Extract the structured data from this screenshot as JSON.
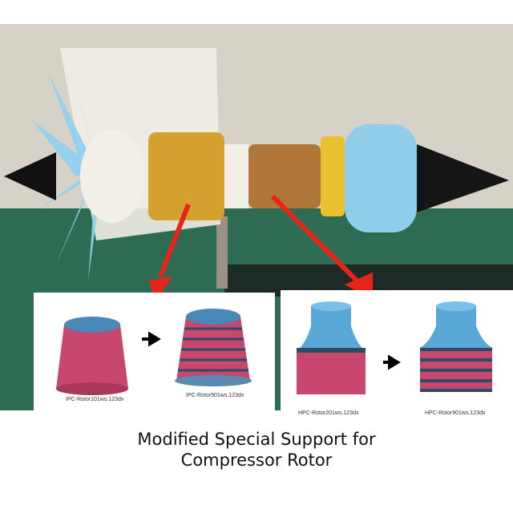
{
  "insets": {
    "ipc": {
      "before_label": "IPC-Rotor101ws.123dx",
      "after_label": "IPC-Rotor901ws.123dx"
    },
    "hpc": {
      "before_label": "HPC-Rotor201ws.123dx",
      "after_label": "HPC-Rotor901ws.123dx"
    }
  },
  "caption": {
    "line1": "Modified Special Support for",
    "line2": "Compressor Rotor"
  },
  "colors": {
    "rotor_pink": "#c8476e",
    "rotor_blue": "#5aa8d8",
    "arrow_red": "#e8231c",
    "mat_green": "#2d6b52",
    "compressor_gold": "#d4a030"
  }
}
